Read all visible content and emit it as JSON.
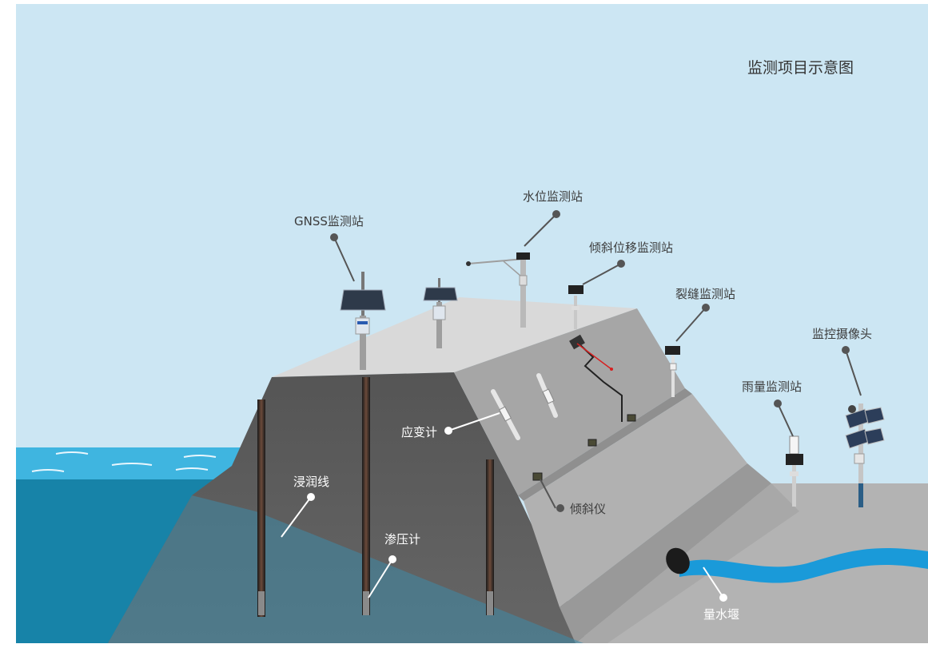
{
  "title": "监测项目示意图",
  "labels": {
    "gnss": "GNSS监测站",
    "water_level": "水位监测站",
    "tilt_station": "倾斜位移监测站",
    "crack": "裂缝监测站",
    "camera": "监控摄像头",
    "rain": "雨量监测站",
    "strain": "应变计",
    "inclinometer": "倾斜仪",
    "seepage_line": "浸润线",
    "piezometer": "渗压计",
    "weir": "量水堰"
  },
  "colors": {
    "sky": "#cce6f3",
    "sea_surface": "#3fb5e0",
    "sea_deep": "#1783a8",
    "dam_top": "#d9d9d9",
    "dam_section": "#5d5d5d",
    "dam_slope": "#a6a6a6",
    "ground": "#b3b3b3",
    "river": "#1a9ad9",
    "marker": "#555555"
  }
}
